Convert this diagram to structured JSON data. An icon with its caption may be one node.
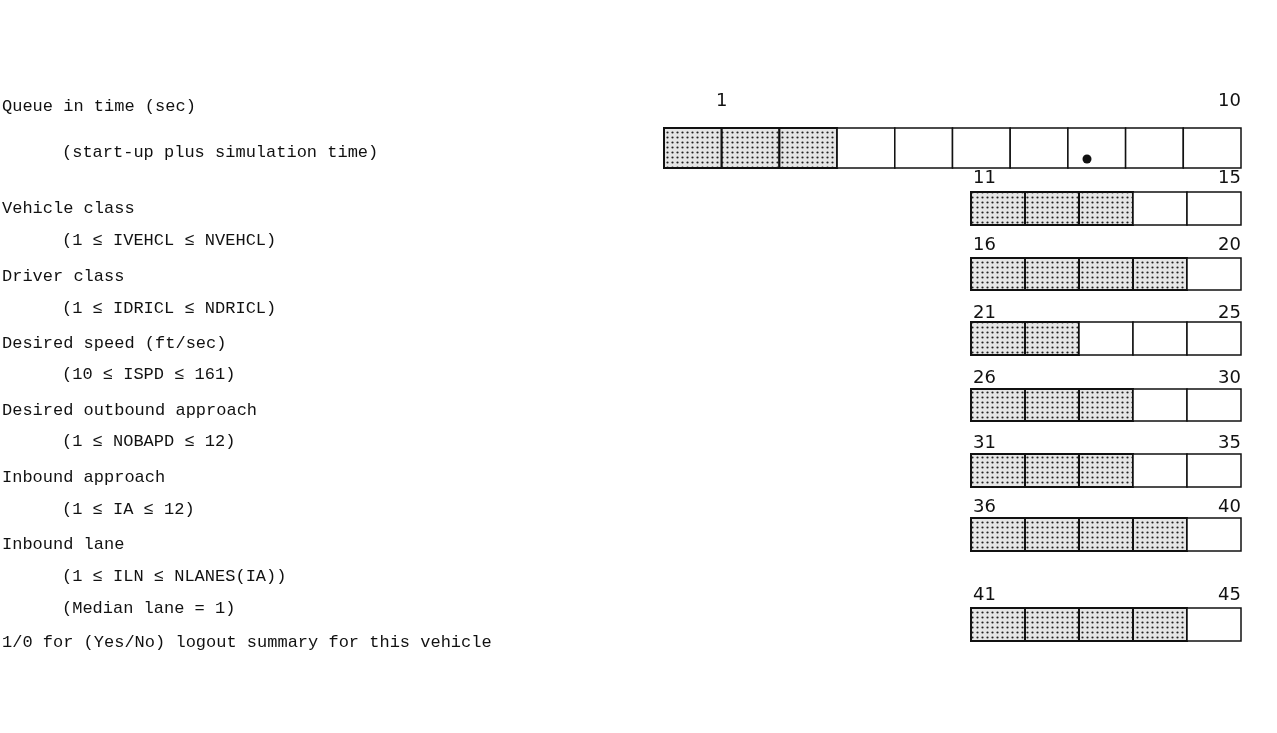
{
  "diagram": {
    "labels": [
      "1",
      "10",
      "Queue in time (sec)",
      "(start-up plus simulation time)",
      "11",
      "15",
      "Vehicle class",
      "(1 ≤ IVEHCL ≤ NVEHCL)",
      "16",
      "20",
      "Driver class",
      "(1 ≤ IDRICL ≤ NDRICL)",
      "21",
      "25",
      "Desired speed (ft/sec)",
      "(10 ≤ ISPD ≤ 161)",
      "26",
      "30",
      "Desired outbound approach",
      "(1 ≤ NOBAPD ≤ 12)",
      "31",
      "35",
      "Inbound approach",
      "(1 ≤ IA ≤ 12)",
      "36",
      "40",
      "Inbound lane",
      "(1 ≤ ILN ≤ NLANES(IA))",
      "41",
      "45",
      "(Median lane = 1)",
      "1/0 for (Yes/No) logout summary for this vehicle"
    ]
  }
}
